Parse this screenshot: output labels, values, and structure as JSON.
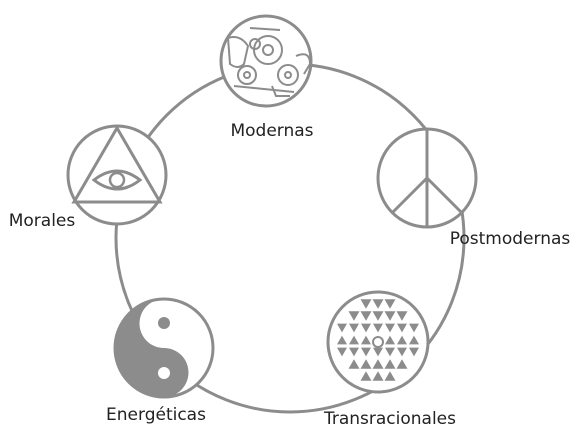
{
  "diagram": {
    "nodes": [
      {
        "id": "modernas",
        "label": "Modernas",
        "symbol": "gears-icon"
      },
      {
        "id": "postmodernas",
        "label": "Postmodernas",
        "symbol": "peace-sign-icon"
      },
      {
        "id": "transracionales",
        "label": "Transracionales",
        "symbol": "sri-yantra-icon"
      },
      {
        "id": "energeticas",
        "label": "Energéticas",
        "symbol": "yin-yang-icon"
      },
      {
        "id": "morales",
        "label": "Morales",
        "symbol": "eye-triangle-icon"
      }
    ],
    "colors": {
      "stroke": "#8c8c8c",
      "fill": "#8c8c8c",
      "text": "#222222",
      "background": "#ffffff"
    }
  }
}
